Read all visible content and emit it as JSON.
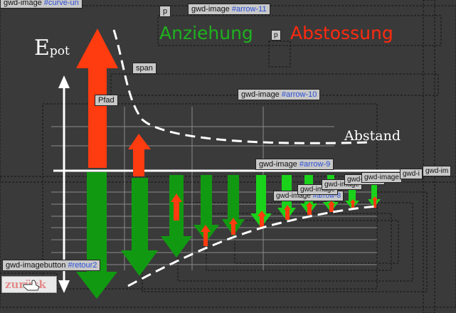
{
  "tags": {
    "curve_tag_prefix": "gwd-image",
    "curve_tag_id": "#curve-un",
    "p_tag_1": "p",
    "arrow11_prefix": "gwd-image",
    "arrow11_id": "#arrow-11",
    "p_tag_2": "p",
    "span_tag": "span",
    "pfad_tag": "Pfad",
    "arrow10_prefix": "gwd-image",
    "arrow10_id": "#arrow-10",
    "arrow9_prefix": "gwd-image",
    "arrow9_id": "#arrow-9",
    "arrow8_prefix": "gwd-image",
    "arrow8_id": "#arrow-8",
    "stack_a": "gwd-image",
    "stack_b": "gwd-image",
    "stack_c": "gwd-image",
    "stack_d": "gwd-image",
    "stack_e": "gwd-i",
    "stack_f": "gwd-im",
    "retour_prefix": "gwd-imagebutton",
    "retour_id": "#retour2"
  },
  "headings": {
    "attraction": "Anziehung",
    "repulsion": "Abstossung",
    "attraction_color": "#1fb11f",
    "repulsion_color": "#ff2a10"
  },
  "axes": {
    "y_label_main": "E",
    "y_label_sub": "pot",
    "x_label": "Abstand"
  },
  "return_button": {
    "label": "zurück",
    "icon": "hand-pointer-icon"
  },
  "colors": {
    "attract_arrow": "#119a11",
    "attract_arrow_bright": "#1ad21a",
    "repel_arrow": "#ff3b10",
    "tag_link": "#2b4fd6"
  }
}
